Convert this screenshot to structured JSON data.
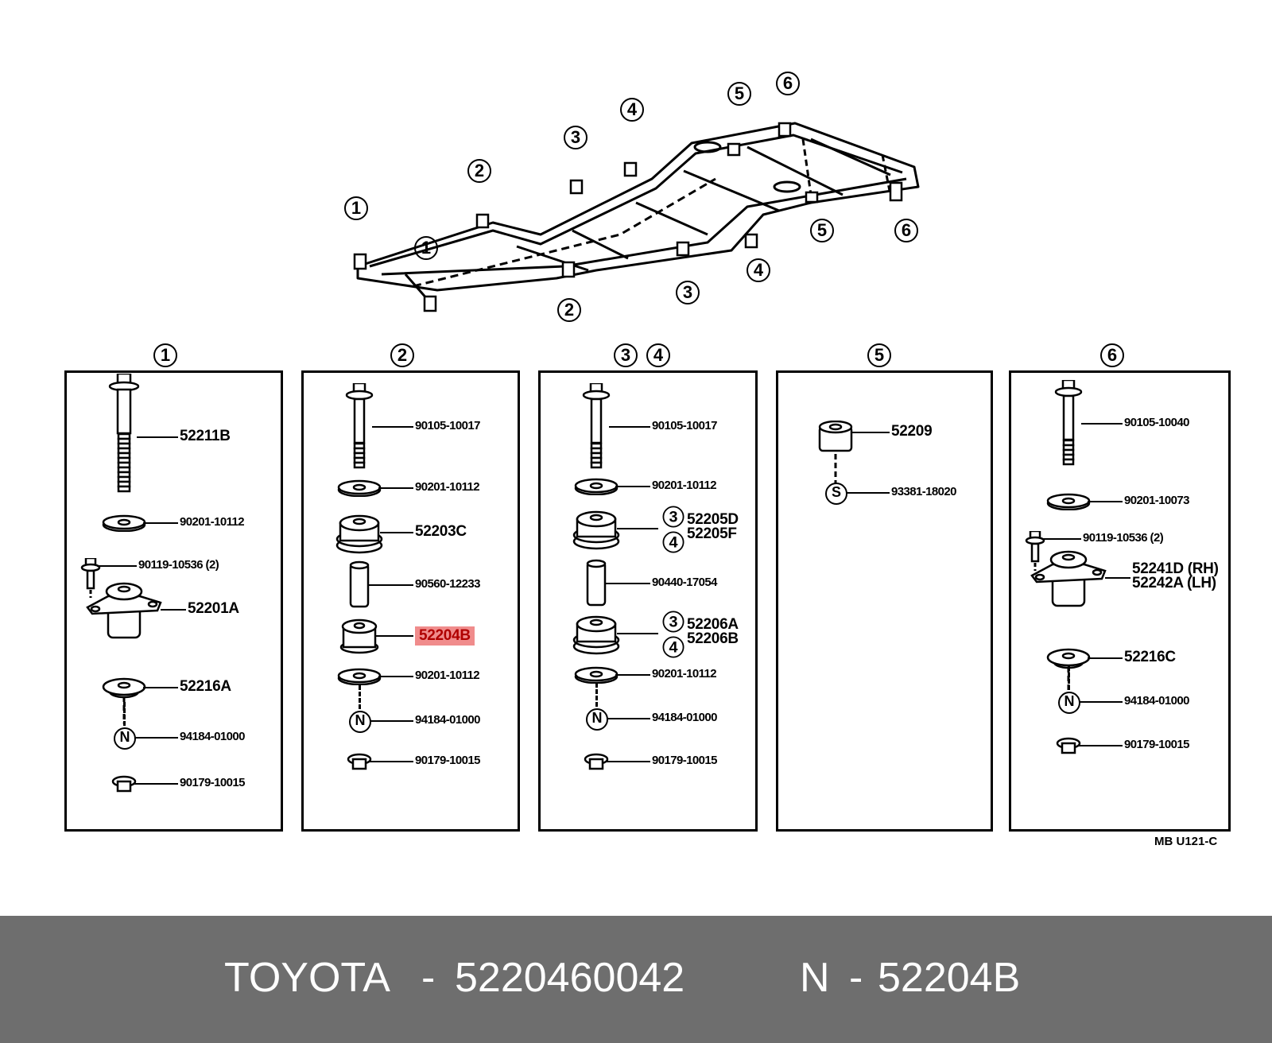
{
  "frame_callouts": [
    "1",
    "2",
    "3",
    "4",
    "5",
    "6",
    "1",
    "2",
    "3",
    "4",
    "5",
    "6"
  ],
  "panels": [
    {
      "heading": [
        "1"
      ],
      "items": [
        {
          "label": "52211B",
          "icon": "long-bolt"
        },
        {
          "label": "90201-10112",
          "icon": "washer"
        },
        {
          "label": "90119-10536 (2)",
          "icon": "small-bolt"
        },
        {
          "label": "52201A",
          "icon": "mount-bracket"
        },
        {
          "label": "52216A",
          "icon": "retainer"
        },
        {
          "label": "94184-01000",
          "icon": "nut-symbol",
          "symbol": "N"
        },
        {
          "label": "90179-10015",
          "icon": "flange-nut"
        }
      ]
    },
    {
      "heading": [
        "2"
      ],
      "items": [
        {
          "label": "90105-10017",
          "icon": "bolt"
        },
        {
          "label": "90201-10112",
          "icon": "washer"
        },
        {
          "label": "52203C",
          "icon": "cushion"
        },
        {
          "label": "90560-12233",
          "icon": "collar"
        },
        {
          "label": "52204B",
          "icon": "cushion-small",
          "highlight": true
        },
        {
          "label": "90201-10112",
          "icon": "washer"
        },
        {
          "label": "94184-01000",
          "icon": "nut-symbol",
          "symbol": "N"
        },
        {
          "label": "90179-10015",
          "icon": "flange-nut"
        }
      ]
    },
    {
      "heading": [
        "3",
        "4"
      ],
      "items": [
        {
          "label": "90105-10017",
          "icon": "bolt"
        },
        {
          "label": "90201-10112",
          "icon": "washer"
        },
        {
          "label": "52205D",
          "label2": "52205F",
          "tag": "3",
          "tag2": "4",
          "icon": "cushion"
        },
        {
          "label": "90440-17054",
          "icon": "collar"
        },
        {
          "label": "52206A",
          "label2": "52206B",
          "tag": "3",
          "tag2": "4",
          "icon": "cushion"
        },
        {
          "label": "90201-10112",
          "icon": "washer"
        },
        {
          "label": "94184-01000",
          "icon": "nut-symbol",
          "symbol": "N"
        },
        {
          "label": "90179-10015",
          "icon": "flange-nut"
        }
      ]
    },
    {
      "heading": [
        "5"
      ],
      "items": [
        {
          "label": "52209",
          "icon": "cylinder"
        },
        {
          "label": "93381-18020",
          "icon": "nut-symbol",
          "symbol": "S"
        }
      ]
    },
    {
      "heading": [
        "6"
      ],
      "items": [
        {
          "label": "90105-10040",
          "icon": "bolt"
        },
        {
          "label": "90201-10073",
          "icon": "washer"
        },
        {
          "label": "90119-10536 (2)",
          "icon": "small-bolt"
        },
        {
          "label": "52241D (RH)",
          "label2": "52242A (LH)",
          "icon": "mount-bracket"
        },
        {
          "label": "52216C",
          "icon": "retainer"
        },
        {
          "label": "94184-01000",
          "icon": "nut-symbol",
          "symbol": "N"
        },
        {
          "label": "90179-10015",
          "icon": "flange-nut"
        }
      ]
    }
  ],
  "diagram_ref": "MB  U121-C",
  "footer": {
    "brand": "TOYOTA",
    "sep": "-",
    "part_number": "5220460042",
    "n_label": "N",
    "sep2": "-",
    "ref_number": "52204B"
  },
  "colors": {
    "highlight": "#f08c8c",
    "footer_bg": "#6e6e6e"
  }
}
